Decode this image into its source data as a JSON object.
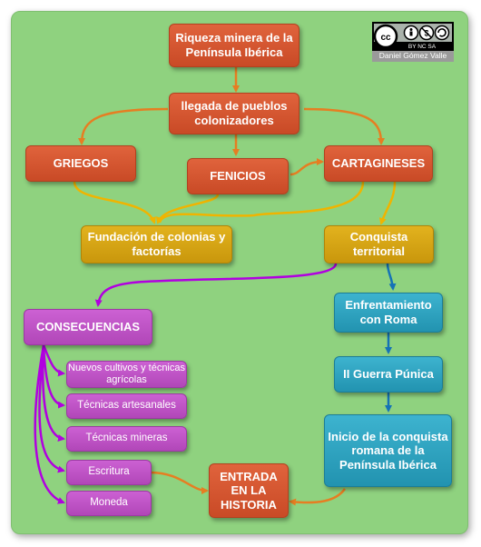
{
  "nodes": {
    "riqueza": "Riqueza minera de la Península Ibérica",
    "llegada": "llegada de pueblos colonizadores",
    "griegos": "GRIEGOS",
    "fenicios": "FENICIOS",
    "cartagineses": "CARTAGINESES",
    "fundacion": "Fundación de colonias y factorías",
    "conquista": "Conquista territorial",
    "consecuencias": "CONSECUENCIAS",
    "enfrentamiento": "Enfrentamiento con Roma",
    "guerra": "II Guerra Púnica",
    "inicio": "Inicio de la conquista romana de la Península Ibérica",
    "cultivos": "Nuevos cultivos y técnicas agrícolas",
    "artesanales": "Técnicas artesanales",
    "mineras": "Técnicas mineras",
    "escritura": "Escritura",
    "moneda": "Moneda",
    "entrada": "ENTRADA EN LA HISTORIA"
  },
  "license": {
    "labels": "BY  NC  SA",
    "author": "Daniel Gómez Valle"
  },
  "colors": {
    "background": "#8fd27f",
    "red": "#d4552f",
    "gold": "#d6a414",
    "blue": "#2aa3c1",
    "purple": "#c054c6",
    "arrow_orange": "#e67e22",
    "arrow_gold": "#f0b400",
    "arrow_purple": "#b100e0",
    "arrow_blue": "#1572b6"
  }
}
